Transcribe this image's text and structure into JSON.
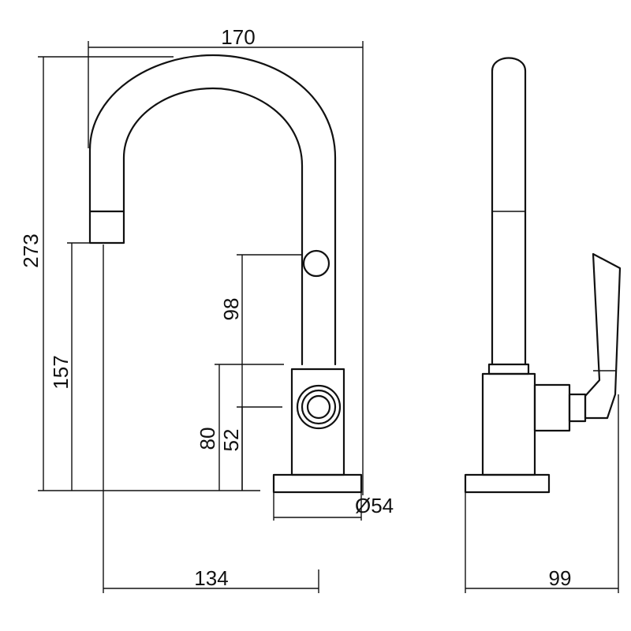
{
  "dimensions": {
    "overall_width": "170",
    "overall_height": "273",
    "outlet_height": "157",
    "handle_height": "98",
    "body_height": "80",
    "pivot_height": "52",
    "base_diameter": "Ø54",
    "spout_reach": "134",
    "side_depth": "99"
  }
}
